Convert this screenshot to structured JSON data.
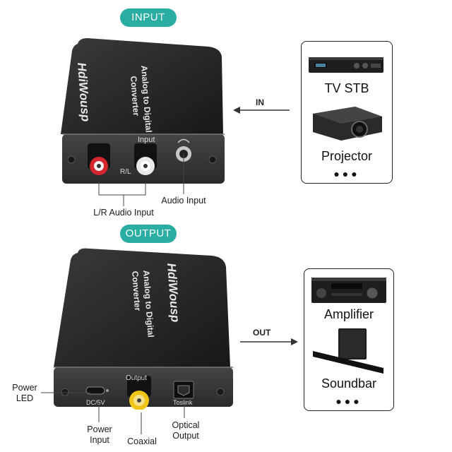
{
  "input_section": {
    "badge": "INPUT",
    "arrow_label": "IN",
    "brand": "HdiWousp",
    "device_title_line1": "Analog to Digital",
    "device_title_line2": "Converter",
    "port_label_input": "Input",
    "port_label_rl": "R/L",
    "annotations": {
      "lr_audio_input": "L/R Audio Input",
      "audio_input": "Audio Input"
    },
    "sources": [
      "TV STB",
      "Projector"
    ],
    "more": "●●●"
  },
  "output_section": {
    "badge": "OUTPUT",
    "arrow_label": "OUT",
    "brand": "HdiWousp",
    "device_title_line1": "Analog to Digital",
    "device_title_line2": "Converter",
    "port_label_output": "Output",
    "port_label_dc": "DC/5V",
    "port_label_toslink": "Toslink",
    "annotations": {
      "power_led": [
        "Power",
        "LED"
      ],
      "power_input": [
        "Power",
        "Input"
      ],
      "coaxial": "Coaxial",
      "optical_output": [
        "Optical",
        "Output"
      ]
    },
    "targets": [
      "Amplifier",
      "Soundbar"
    ],
    "more": "●●●"
  },
  "colors": {
    "accent": "#2aaea3",
    "device_body": "#2a2a2c",
    "rca_red": "#d3262d",
    "rca_yellow": "#f0c419"
  }
}
